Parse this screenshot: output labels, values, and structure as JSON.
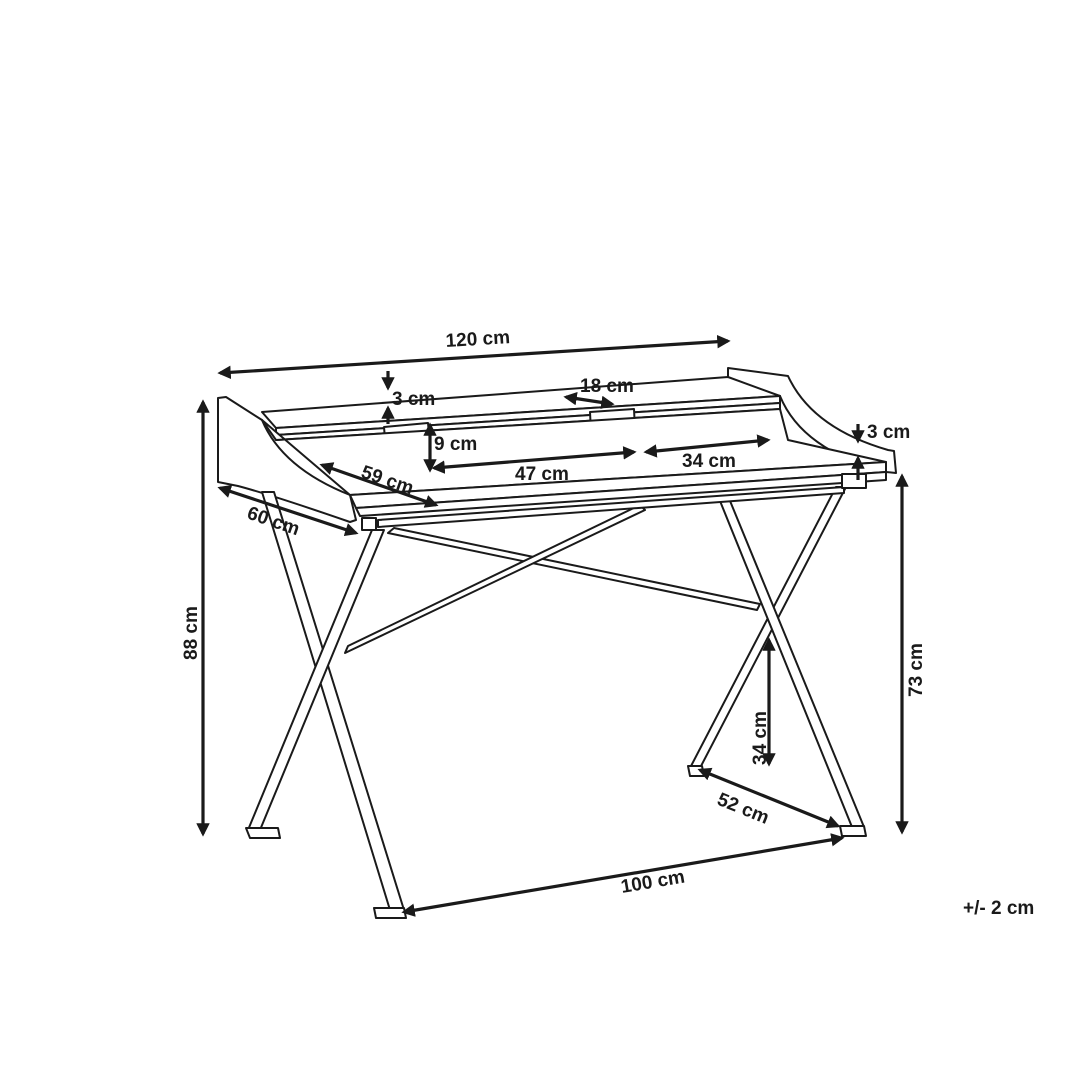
{
  "diagram": {
    "subject": "desk-dimension-drawing",
    "colors": {
      "line": "#1a1a1a",
      "background": "#ffffff"
    },
    "dimensions": {
      "total_width": "120 cm",
      "shelf_thickness": "3 cm",
      "shelf_depth": "18 cm",
      "top_thickness": "3 cm",
      "shelf_gap_height": "9 cm",
      "desk_depth_inner": "59 cm",
      "desk_depth_outer": "60 cm",
      "compartment_left_width": "47 cm",
      "compartment_right_width": "34 cm",
      "total_height": "88 cm",
      "desk_height": "73 cm",
      "leg_cross_height": "34 cm",
      "leg_base_depth": "52 cm",
      "leg_base_width": "100 cm"
    },
    "tolerance": "+/- 2 cm"
  }
}
